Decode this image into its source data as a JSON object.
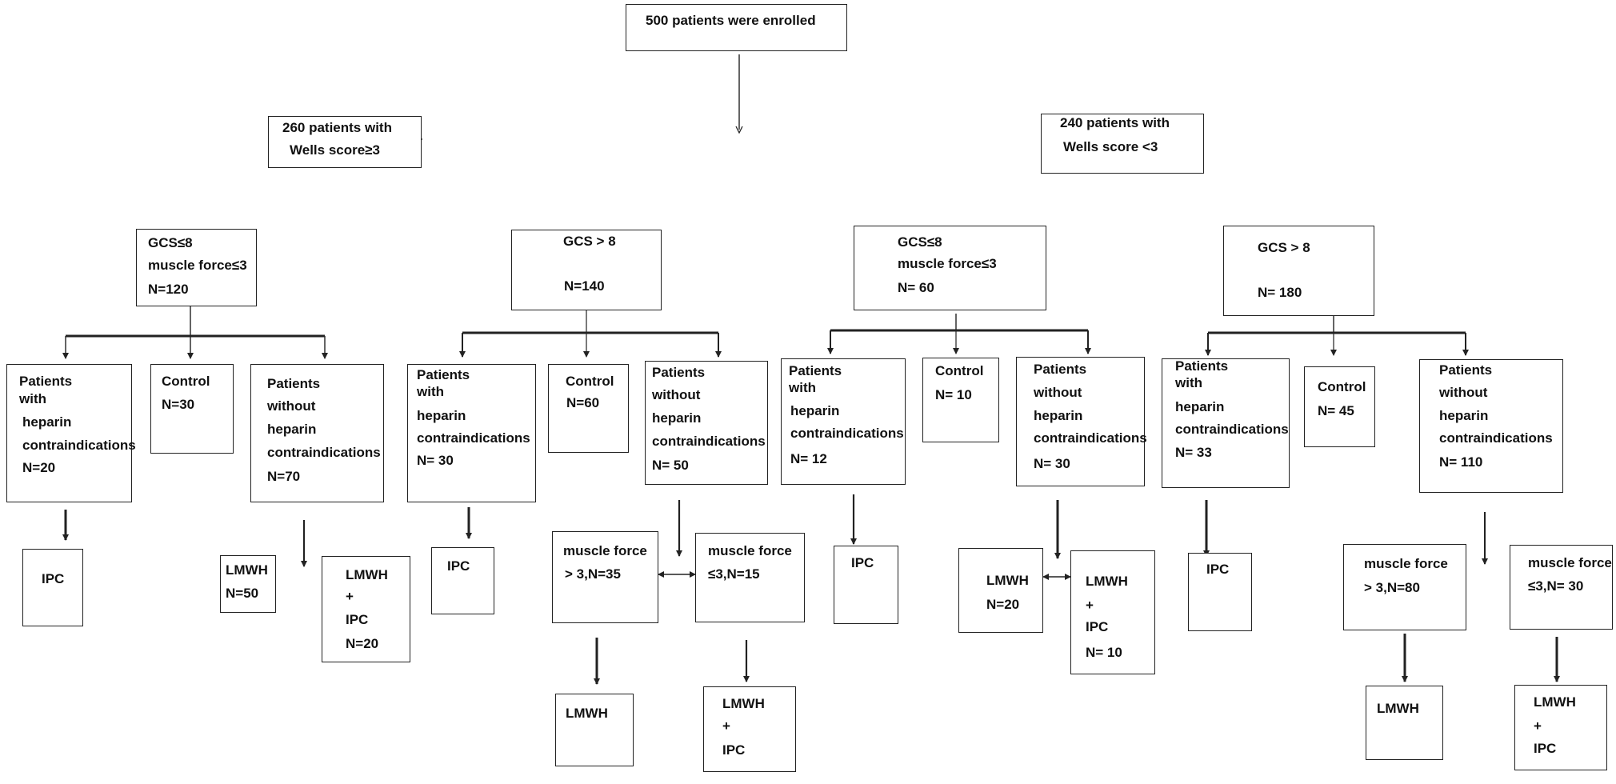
{
  "root": {
    "label": "500 patients were  enrolled"
  },
  "groups": {
    "high": {
      "line1": "260 patients with",
      "line2": "Wells score≥3"
    },
    "low": {
      "line1": "240 patients with",
      "line2": "Wells score ˂3"
    }
  },
  "subgroups": {
    "a": {
      "line1": "GCS≤8",
      "line2": "muscle force≤3",
      "line3": "N=120"
    },
    "b": {
      "line1": "GCS > 8",
      "line2": "N=140"
    },
    "c": {
      "line1": "GCS≤8",
      "line2": "muscle force≤3",
      "line3": "N= 60"
    },
    "d": {
      "line1": "GCS > 8",
      "line2": "N=  180"
    }
  },
  "arms": {
    "a_with": {
      "l1": "Patients",
      "l2": "with",
      "l3": "heparin",
      "l4": "contraindications",
      "n": "N=20"
    },
    "a_control": {
      "l1": "Control",
      "n": "N=30"
    },
    "a_without": {
      "l1": "Patients",
      "l2": "without",
      "l3": "heparin",
      "l4": "contraindications",
      "n": "N=70"
    },
    "b_with": {
      "l1": "Patients",
      "l2": "with",
      "l3": "heparin",
      "l4": "contraindications",
      "n": "N= 30"
    },
    "b_control": {
      "l1": "Control",
      "n": "N=60"
    },
    "b_without": {
      "l1": "Patients",
      "l2": "without",
      "l3": "heparin",
      "l4": "contraindications",
      "n": "N=  50"
    },
    "c_with": {
      "l1": "Patients",
      "l2": "with",
      "l3": "heparin",
      "l4": "contraindications",
      "n": "N= 12"
    },
    "c_control": {
      "l1": "Control",
      "n": "N=  10"
    },
    "c_without": {
      "l1": "Patients",
      "l2": "without",
      "l3": "heparin",
      "l4": "contraindications",
      "n": "N= 30"
    },
    "d_with": {
      "l1": "Patients",
      "l2": "with",
      "l3": "heparin",
      "l4": "contraindications",
      "n": "N= 33"
    },
    "d_control": {
      "l1": "Control",
      "n": "N= 45"
    },
    "d_without": {
      "l1": "Patients",
      "l2": "without",
      "l3": "heparin",
      "l4": "contraindications",
      "n": "N= 110"
    }
  },
  "outcomes": {
    "a_ipc": {
      "l1": "IPC"
    },
    "a_lmwh": {
      "l1": "LMWH",
      "n": "N=50"
    },
    "a_lmwh_ipc": {
      "l1": "LMWH",
      "l2": "+",
      "l3": "IPC",
      "n": "N=20"
    },
    "b_ipc": {
      "l1": "IPC"
    },
    "b_mf_high": {
      "l1": "muscle force",
      "l2": "> 3,N=35"
    },
    "b_mf_low": {
      "l1": "muscle force",
      "l2": "≤3,N=15"
    },
    "b_lmwh": {
      "l1": "LMWH"
    },
    "b_lmwh_ipc": {
      "l1": "LMWH",
      "l2": "+",
      "l3": "IPC"
    },
    "c_ipc": {
      "l1": "IPC"
    },
    "c_lmwh": {
      "l1": "LMWH",
      "n": "N=20"
    },
    "c_lmwh_ipc": {
      "l1": "LMWH",
      "l2": "+",
      "l3": "IPC",
      "n": "N= 10"
    },
    "d_ipc": {
      "l1": "IPC"
    },
    "d_mf_high": {
      "l1": "muscle force",
      "l2": "> 3,N=80"
    },
    "d_mf_low": {
      "l1": "muscle force",
      "l2": "≤3,N= 30"
    },
    "d_lmwh": {
      "l1": "LMWH"
    },
    "d_lmwh_ipc": {
      "l1": "LMWH",
      "l2": "+",
      "l3": "IPC"
    }
  },
  "colors": {
    "stroke": "#222222",
    "text": "#111111",
    "background": "#ffffff"
  }
}
